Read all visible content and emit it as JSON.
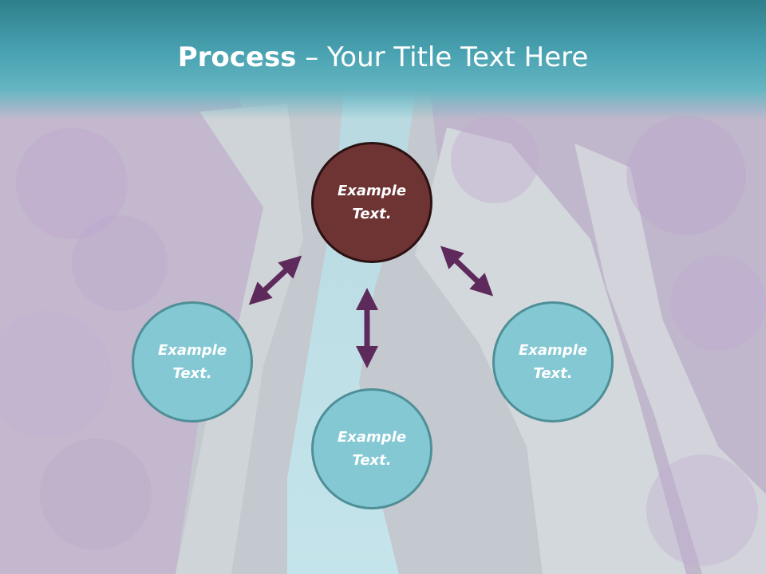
{
  "title": {
    "bold": "Process",
    "rest": " – Your Title Text Here"
  },
  "nodes": {
    "center": "Example\nText.",
    "left": "Example\nText.",
    "bottom": "Example\nText.",
    "right": "Example\nText."
  },
  "colors": {
    "center_fill": "#6e3333",
    "node_fill": "#84c8d4",
    "arrow": "#5e2a5c",
    "title_bar": "#4aa3b2"
  }
}
